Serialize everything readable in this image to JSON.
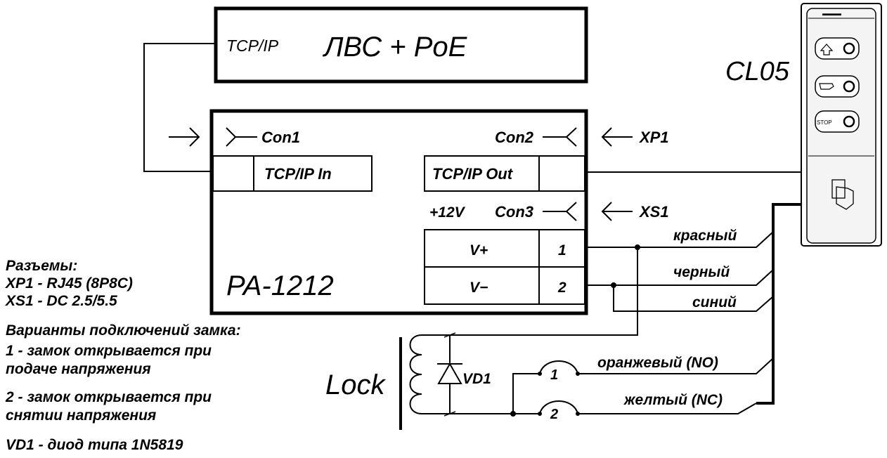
{
  "lan_box": {
    "protocol": "TCP/IP",
    "title": "ЛВС + PoE"
  },
  "pa_box": {
    "name": "PA-1212",
    "con1": "Con1",
    "con2": "Con2",
    "con3": "Con3",
    "tcpip_in": "TCP/IP In",
    "tcpip_out": "TCP/IP Out",
    "power_label": "+12V",
    "v_plus": "V+",
    "v_minus": "V−",
    "pin1": "1",
    "pin2": "2"
  },
  "connectors": {
    "xp1": "XP1",
    "xs1": "XS1"
  },
  "device": {
    "name": "CL05",
    "logo": "▬▬▬",
    "buttons": [
      {
        "icon": "arrow-up-icon"
      },
      {
        "icon": "hand-icon"
      },
      {
        "icon": "stop-icon",
        "label": "STOP"
      }
    ],
    "reader_icon": "card-reader-icon"
  },
  "wires": {
    "red": "красный",
    "black": "черный",
    "blue": "синий",
    "orange": "оранжевый (NO)",
    "yellow": "желтый (NC)"
  },
  "lock": {
    "label": "Lock",
    "diode": "VD1",
    "contact1": "1",
    "contact2": "2"
  },
  "notes": {
    "connectors_title": "Разъемы:",
    "xp1_desc": "XP1 - RJ45 (8P8C)",
    "xs1_desc": "XS1 - DC 2.5/5.5",
    "variants_title": "Варианты подключений замка:",
    "variant1_line1": "1 - замок открывается при",
    "variant1_line2": "подаче напряжения",
    "variant2_line1": "2 - замок открывается при",
    "variant2_line2": "снятии напряжения",
    "diode_note": "VD1 - диод типа 1N5819"
  }
}
